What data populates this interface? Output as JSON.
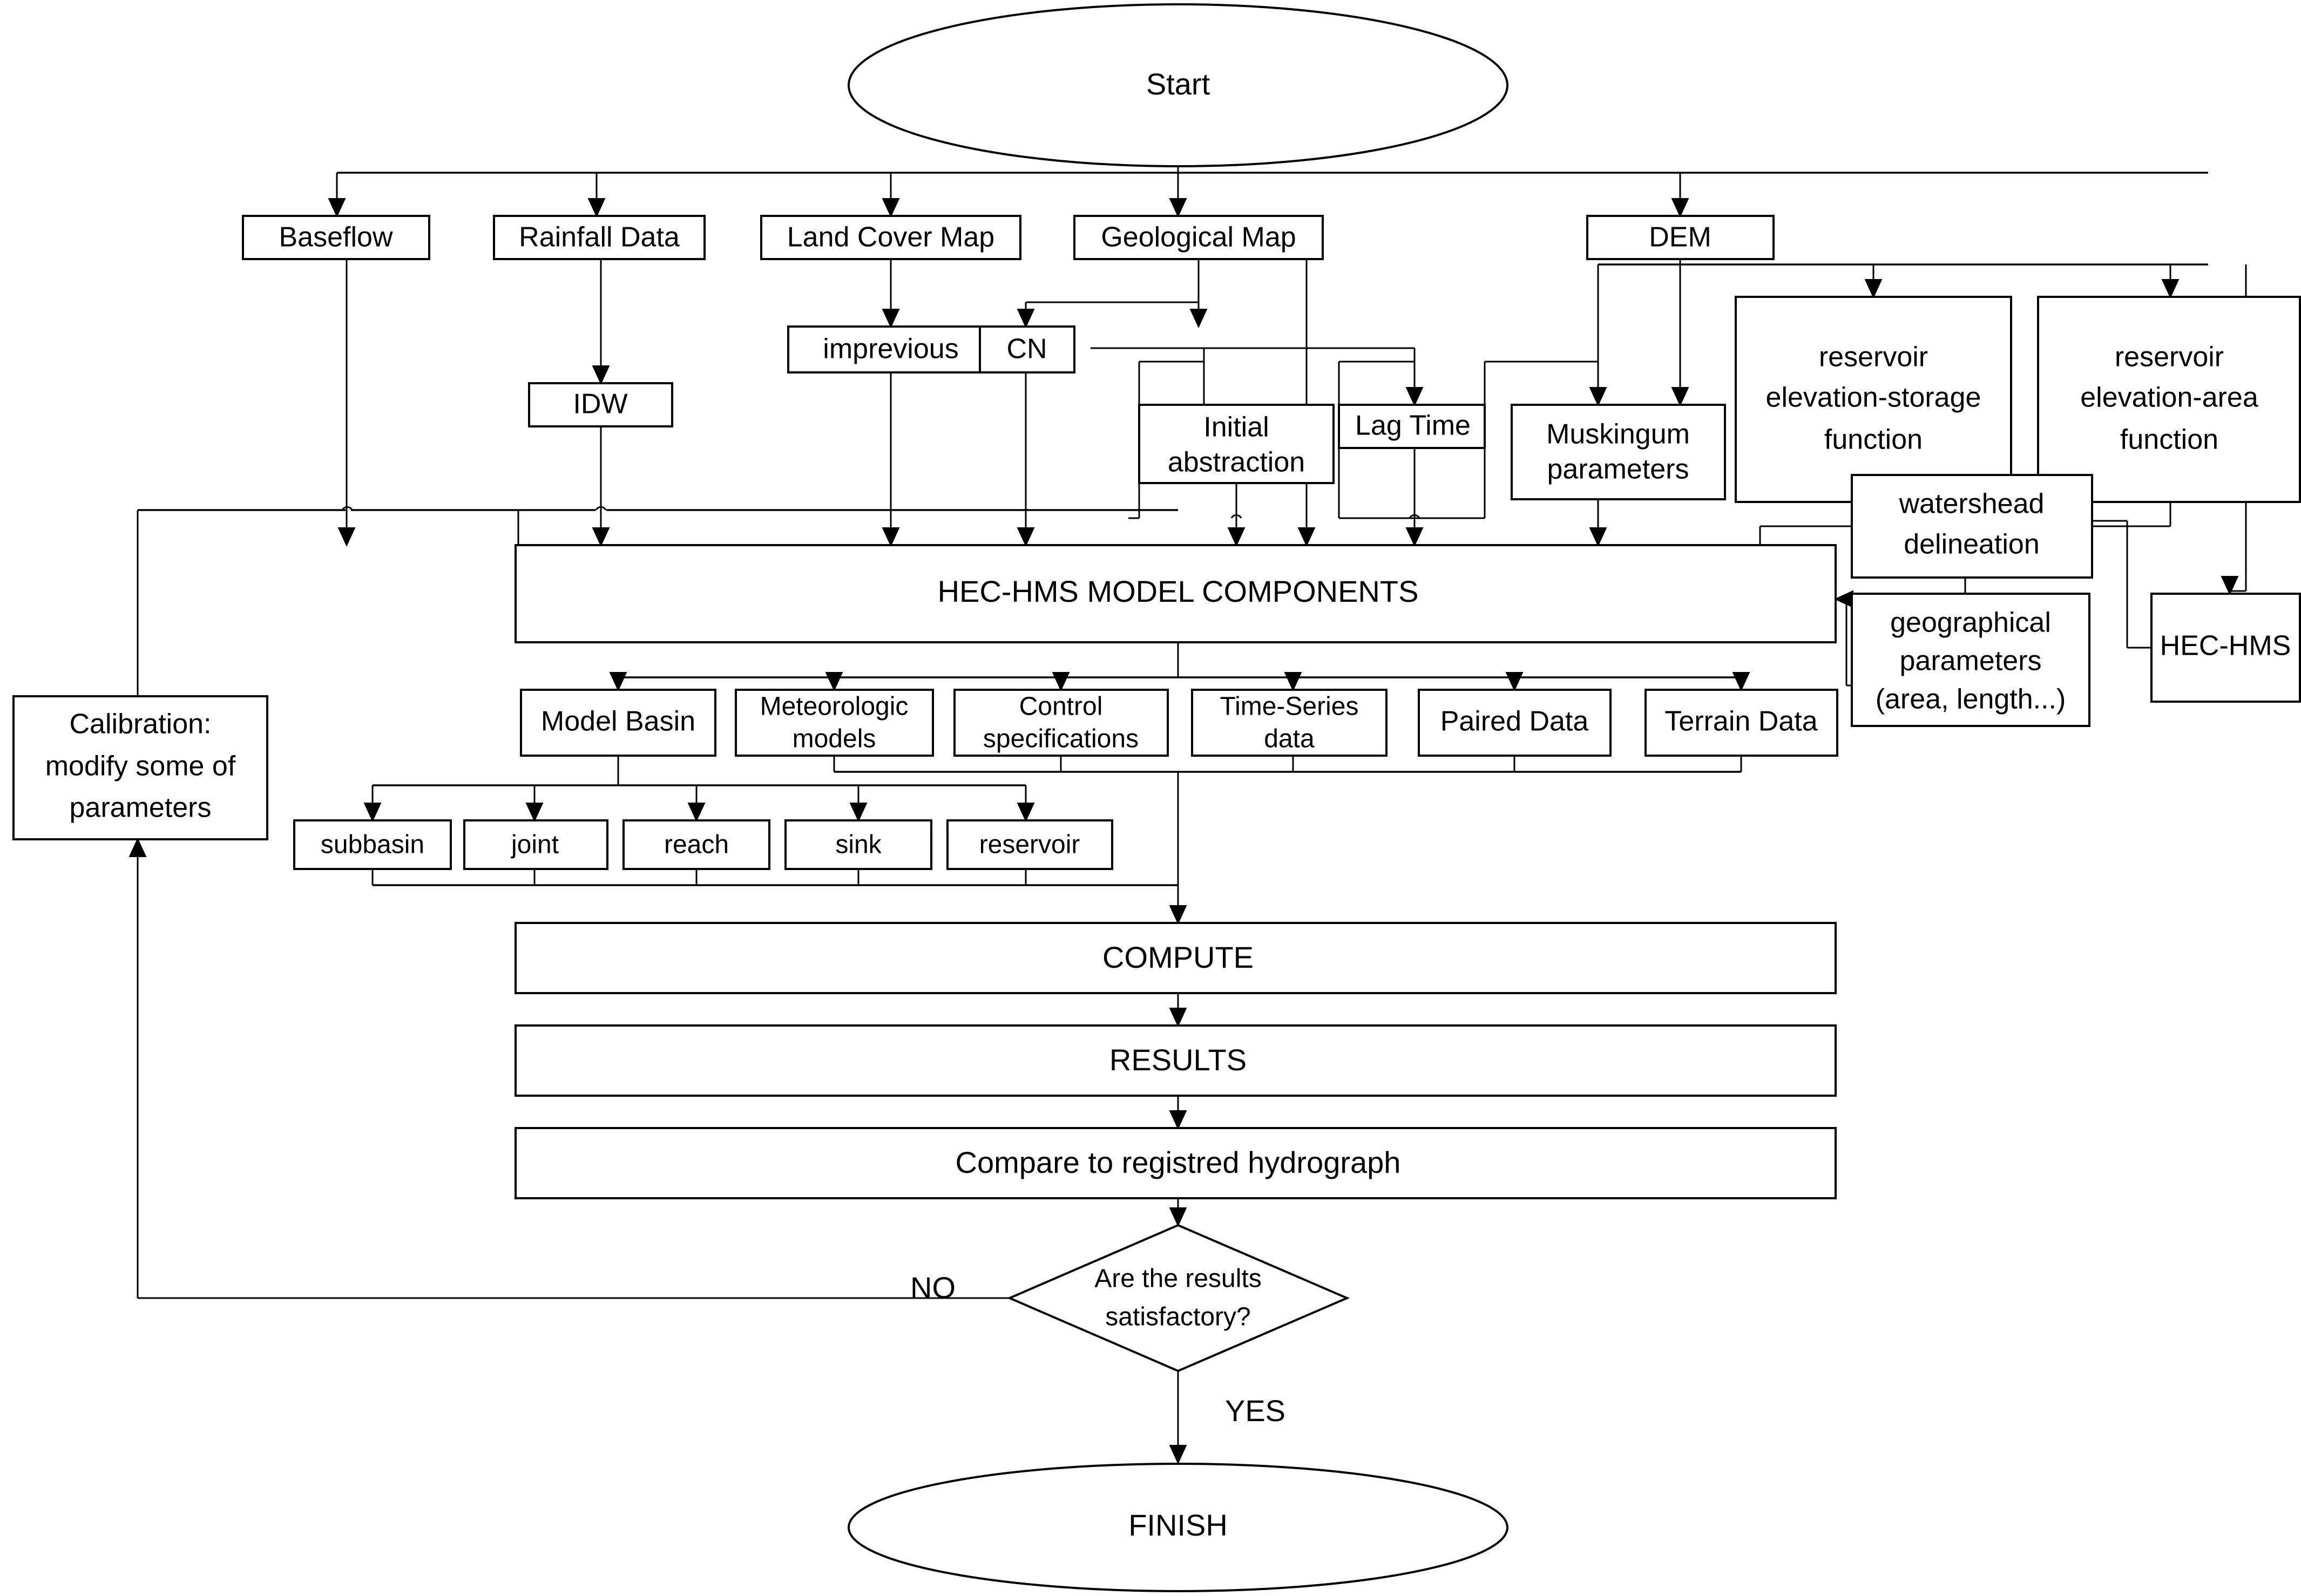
{
  "diagram": {
    "title": "HEC-HMS hydrological modelling workflow flowchart",
    "colors": {
      "stroke": "#000000",
      "fill": "#ffffff",
      "text": "#000000"
    },
    "nodes": {
      "start": "Start",
      "baseflow": "Baseflow",
      "rainfall_data": "Rainfall Data",
      "land_cover_map": "Land Cover Map",
      "geological_map": "Geological Map",
      "dem": "DEM",
      "imprevious": "imprevious",
      "cn": "CN",
      "idw": "IDW",
      "initial_abstraction_l1": "Initial",
      "initial_abstraction_l2": "abstraction",
      "lag_time": "Lag Time",
      "muskingum_l1": "Muskingum",
      "muskingum_l2": "parameters",
      "reservoir_elev_storage_l1": "reservoir",
      "reservoir_elev_storage_l2": "elevation-storage",
      "reservoir_elev_storage_l3": "function",
      "reservoir_elev_area_l1": "reservoir",
      "reservoir_elev_area_l2": "elevation-area",
      "reservoir_elev_area_l3": "function",
      "watershed_delineation_l1": "watershead",
      "watershed_delineation_l2": "delineation",
      "geographical_parameters_l1": "geographical",
      "geographical_parameters_l2": "parameters",
      "geographical_parameters_l3": "(area, length...)",
      "hec_hms": "HEC-HMS",
      "hec_hms_model_components": "HEC-HMS MODEL COMPONENTS",
      "model_basin": "Model Basin",
      "meteorologic_models_l1": "Meteorologic",
      "meteorologic_models_l2": "models",
      "control_specifications_l1": "Control",
      "control_specifications_l2": "specifications",
      "time_series_data_l1": "Time-Series",
      "time_series_data_l2": "data",
      "paired_data": "Paired Data",
      "terrain_data": "Terrain Data",
      "subbasin": "subbasin",
      "joint": "joint",
      "reach": "reach",
      "sink": "sink",
      "reservoir": "reservoir",
      "calibration_l1": "Calibration:",
      "calibration_l2": "modify some of",
      "calibration_l3": "parameters",
      "compute": "COMPUTE",
      "results": "RESULTS",
      "compare": "Compare to registred hydrograph",
      "decision_l1": "Are the results",
      "decision_l2": "satisfactory?",
      "finish": "FINISH"
    },
    "edge_labels": {
      "no": "NO",
      "yes": "YES"
    }
  }
}
